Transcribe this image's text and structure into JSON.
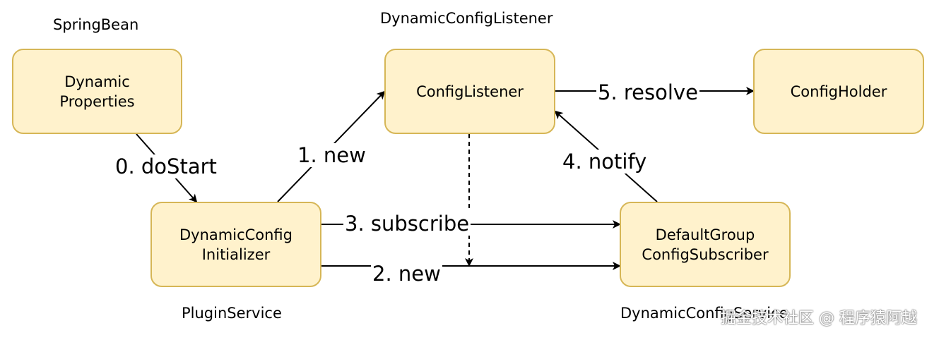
{
  "nodes": {
    "dynamic_properties": [
      "Dynamic",
      "Properties"
    ],
    "config_listener": [
      "ConfigListener"
    ],
    "config_holder": [
      "ConfigHolder"
    ],
    "dynamic_config_initializer": [
      "DynamicConfig",
      "Initializer"
    ],
    "default_group_config_subscriber": [
      "DefaultGroup",
      "ConfigSubscriber"
    ]
  },
  "captions": {
    "spring_bean": "SpringBean",
    "dynamic_config_listener": "DynamicConfigListener",
    "plugin_service": "PluginService",
    "dynamic_config_service": "DynamicConfigService"
  },
  "edges": {
    "do_start": "0. doStart",
    "new_listener": "1. new",
    "new_subscriber": "2. new",
    "subscribe": "3. subscribe",
    "notify": "4. notify",
    "resolve": "5. resolve"
  },
  "watermark": "掘金技术社区 @ 程序猿阿越",
  "colors": {
    "node_fill": "#fff2cc",
    "node_border": "#d6b656",
    "edge": "#000000"
  }
}
